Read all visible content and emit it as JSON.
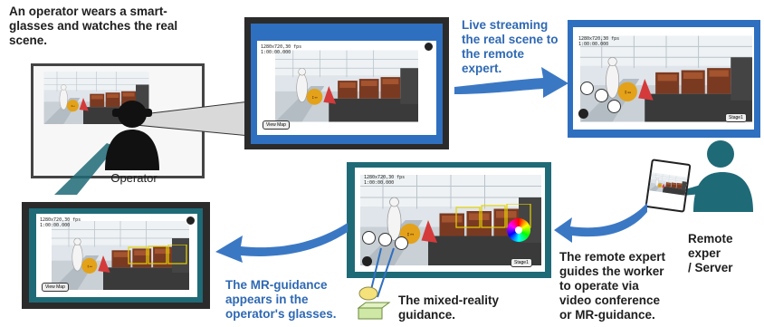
{
  "captions": {
    "operator_desc": "An operator wears a smart-\nglasses and watches the real\nscene.",
    "live_streaming": "Live streaming\nthe real scene to\nthe remote\nexpert.",
    "operator_label": "Operator",
    "remote_expert_label": "Remote exper\n/ Server",
    "expert_guides": "The remote expert\nguides the worker\nto operate via\nvideo conference\nor MR-guidance.",
    "mixed_reality": "The mixed-reality\nguidance.",
    "mr_appears": "The MR-guidance\nappears in the\noperator's glasses."
  },
  "screens": {
    "glasses_view": {
      "hud": "1280x720,30 fps\n1:00:00.000",
      "button": "View Map"
    },
    "remote_view": {
      "hud": "1280x720,30 fps\n1:00:00.000",
      "stage": "Stage1"
    },
    "mr_view": {
      "hud": "1280x720,30 fps\n1:00:00.000",
      "stage": "Stage1"
    },
    "operator_glasses_view": {
      "hud": "1280x720,30 fps\n1:00:00.000",
      "button": "View Map"
    }
  },
  "colors": {
    "blue_frame": "#2f6fbf",
    "teal_frame": "#1f6a77",
    "dark_frame": "#2b2b2b",
    "arrow_blue": "#3b78c4",
    "caption_blue": "#2f69b3"
  }
}
